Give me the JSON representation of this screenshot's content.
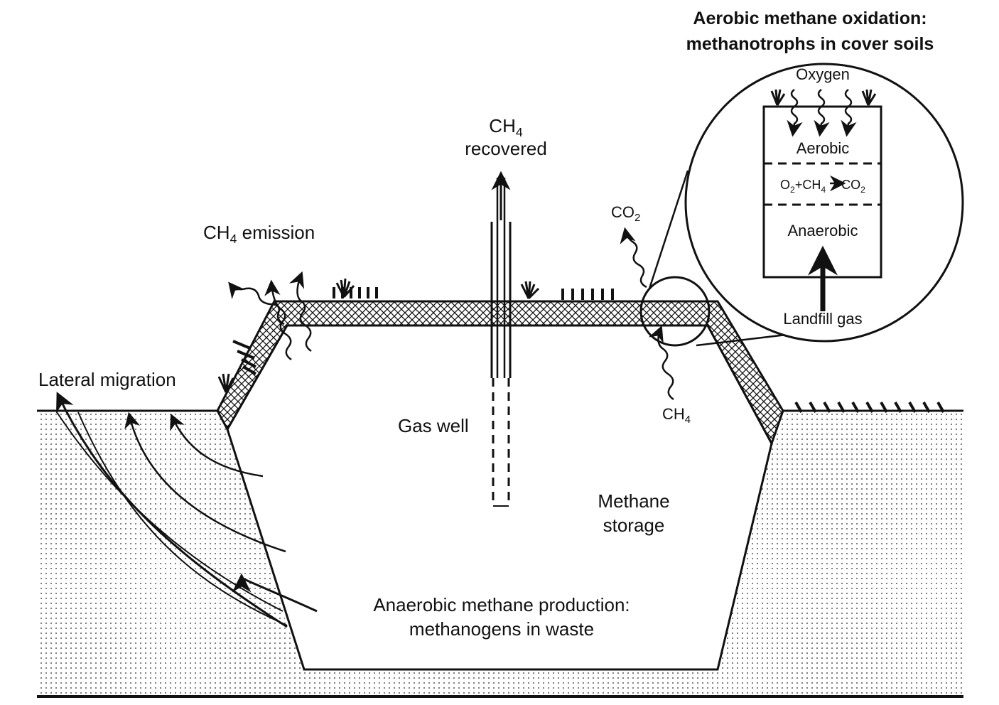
{
  "title": {
    "line1": "Aerobic methane oxidation:",
    "line2": "methanotrophs in cover soils"
  },
  "inset": {
    "oxygen": "Oxygen",
    "aerobic": "Aerobic",
    "reaction": {
      "o": "O",
      "o_sub": "2",
      "plus_ch": "+CH",
      "ch_sub": "4",
      "co": "CO",
      "co_sub": "2"
    },
    "anaerobic": "Anaerobic",
    "landfill_gas": "Landfill gas"
  },
  "labels": {
    "ch4_recovered": {
      "ch": "CH",
      "sub": "4",
      "word": "recovered"
    },
    "ch4_emission": {
      "ch": "CH",
      "sub": "4",
      "rest": " emission"
    },
    "co2": {
      "co": "CO",
      "sub": "2"
    },
    "ch4_lower": {
      "ch": "CH",
      "sub": "4"
    },
    "lateral_migration": "Lateral migration",
    "gas_well": "Gas well",
    "methane_storage": {
      "line1": "Methane",
      "line2": "storage"
    },
    "anaerobic_production": {
      "line1": "Anaerobic methane production:",
      "line2": "methanogens in waste"
    }
  },
  "colors": {
    "ink": "#111111",
    "background": "#ffffff"
  }
}
